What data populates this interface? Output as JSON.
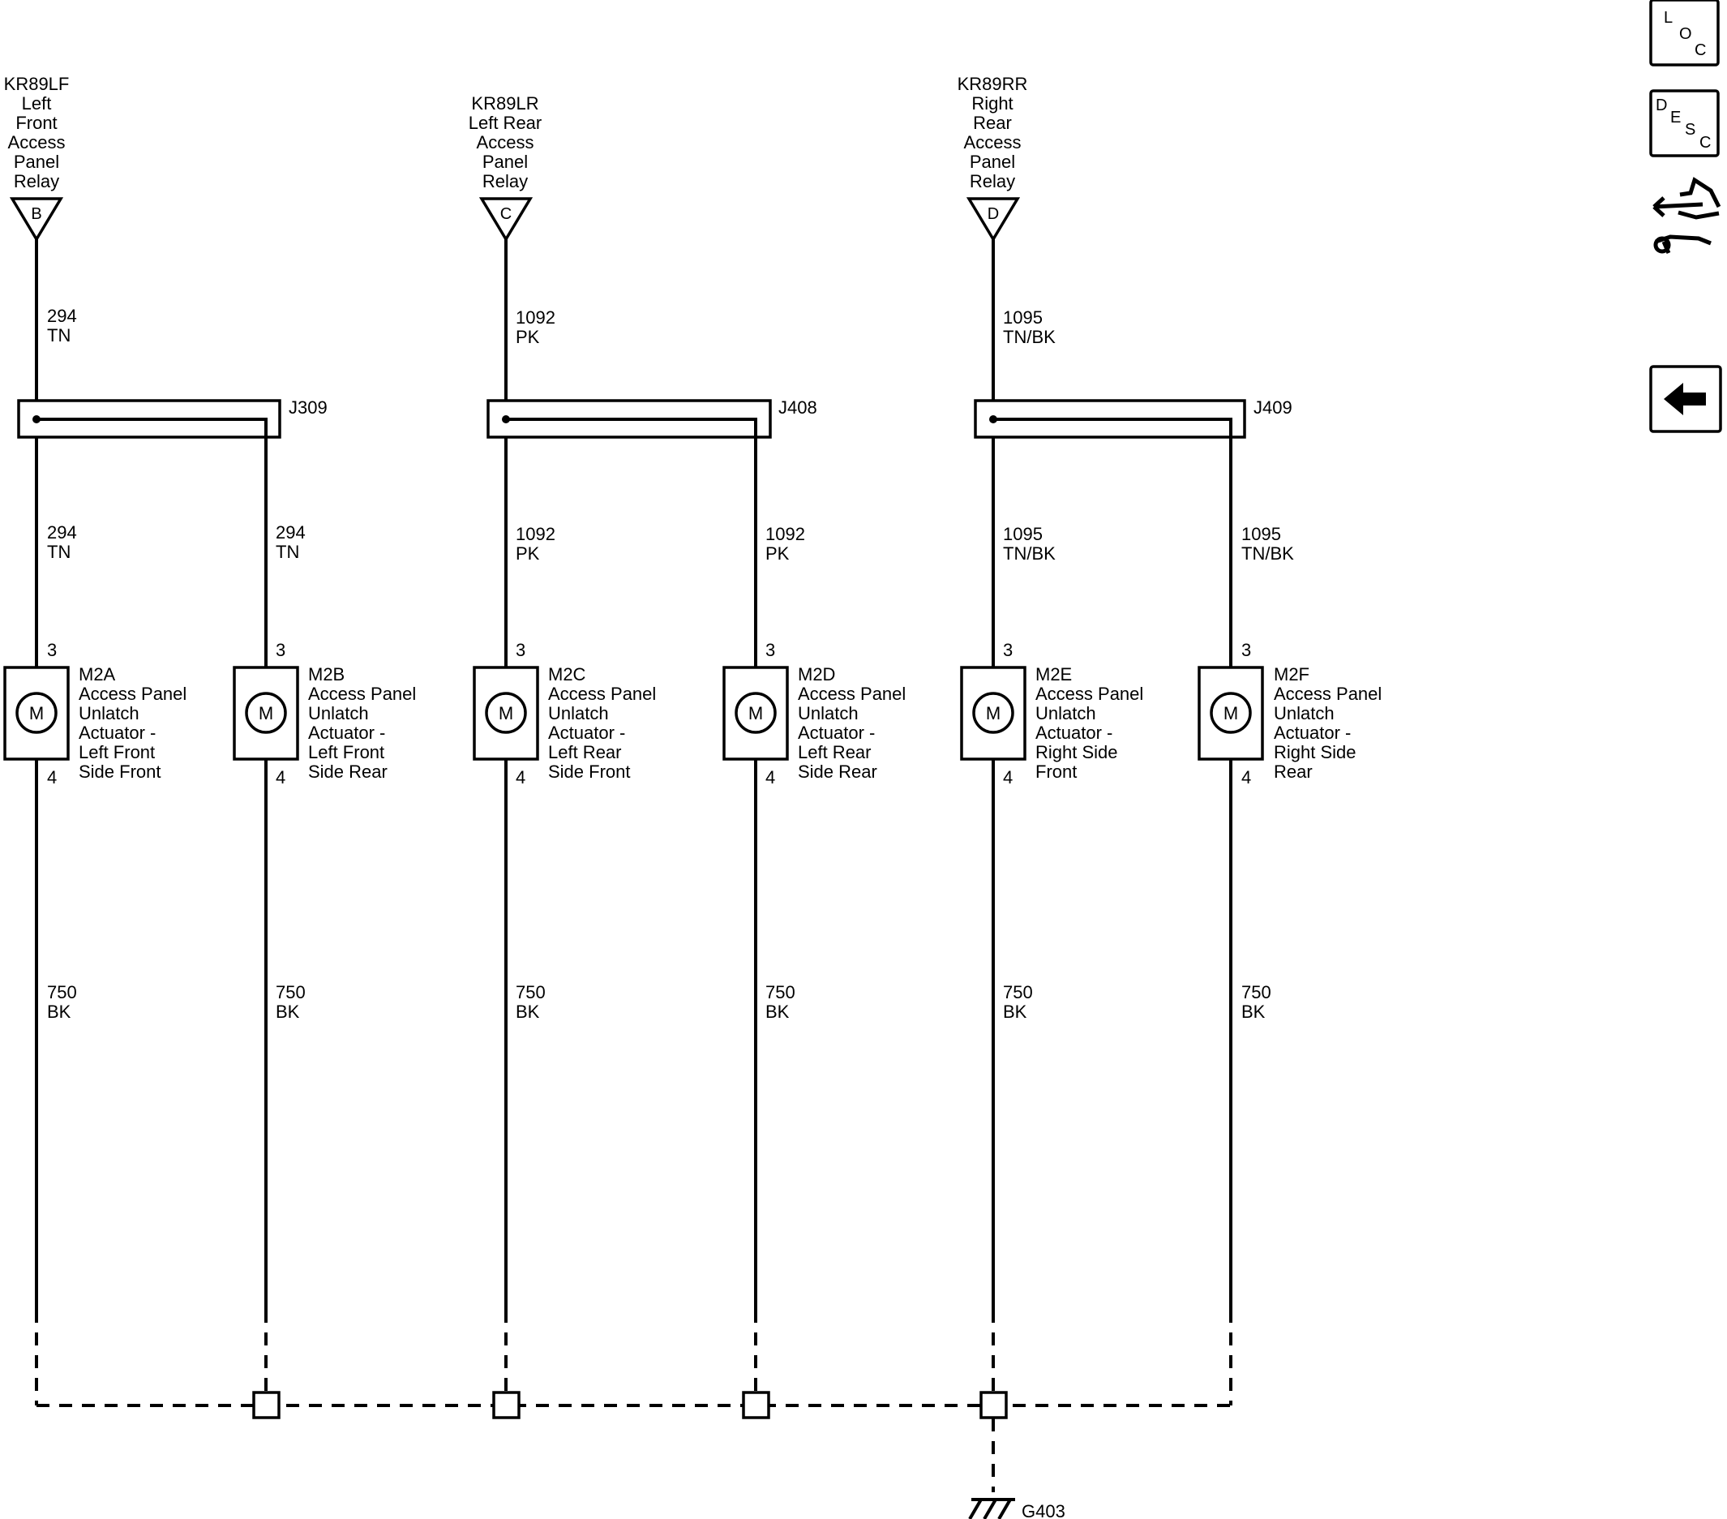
{
  "relays": [
    {
      "lines": [
        "KR89LF",
        "Left",
        "Front",
        "Access",
        "Panel",
        "Relay"
      ],
      "pin": "B"
    },
    {
      "lines": [
        "KR89LR",
        "Left Rear",
        "Access",
        "Panel",
        "Relay"
      ],
      "pin": "C"
    },
    {
      "lines": [
        "KR89RR",
        "Right",
        "Rear",
        "Access",
        "Panel",
        "Relay"
      ],
      "pin": "D"
    }
  ],
  "upper_wires": [
    {
      "circuit": "294",
      "color": "TN"
    },
    {
      "circuit": "1092",
      "color": "PK"
    },
    {
      "circuit": "1095",
      "color": "TN/BK"
    }
  ],
  "splices": [
    "J309",
    "J408",
    "J409"
  ],
  "mid_wires": [
    {
      "circuit": "294",
      "color": "TN"
    },
    {
      "circuit": "294",
      "color": "TN"
    },
    {
      "circuit": "1092",
      "color": "PK"
    },
    {
      "circuit": "1092",
      "color": "PK"
    },
    {
      "circuit": "1095",
      "color": "TN/BK"
    },
    {
      "circuit": "1095",
      "color": "TN/BK"
    }
  ],
  "actuators": [
    {
      "id": "M2A",
      "lines": [
        "Access Panel",
        "Unlatch",
        "Actuator -",
        "Left Front",
        "Side Front"
      ],
      "pin_top": "3",
      "pin_bottom": "4",
      "symbol": "M"
    },
    {
      "id": "M2B",
      "lines": [
        "Access Panel",
        "Unlatch",
        "Actuator -",
        "Left Front",
        "Side Rear"
      ],
      "pin_top": "3",
      "pin_bottom": "4",
      "symbol": "M"
    },
    {
      "id": "M2C",
      "lines": [
        "Access Panel",
        "Unlatch",
        "Actuator -",
        "Left Rear",
        "Side Front"
      ],
      "pin_top": "3",
      "pin_bottom": "4",
      "symbol": "M"
    },
    {
      "id": "M2D",
      "lines": [
        "Access Panel",
        "Unlatch",
        "Actuator -",
        "Left Rear",
        "Side Rear"
      ],
      "pin_top": "3",
      "pin_bottom": "4",
      "symbol": "M"
    },
    {
      "id": "M2E",
      "lines": [
        "Access Panel",
        "Unlatch",
        "Actuator -",
        "Right Side",
        "Front"
      ],
      "pin_top": "3",
      "pin_bottom": "4",
      "symbol": "M"
    },
    {
      "id": "M2F",
      "lines": [
        "Access Panel",
        "Unlatch",
        "Actuator -",
        "Right Side",
        "Rear"
      ],
      "pin_top": "3",
      "pin_bottom": "4",
      "symbol": "M"
    }
  ],
  "ground_wires": [
    {
      "circuit": "750",
      "color": "BK"
    },
    {
      "circuit": "750",
      "color": "BK"
    },
    {
      "circuit": "750",
      "color": "BK"
    },
    {
      "circuit": "750",
      "color": "BK"
    },
    {
      "circuit": "750",
      "color": "BK"
    },
    {
      "circuit": "750",
      "color": "BK"
    }
  ],
  "ground": {
    "id": "G403"
  },
  "nav": {
    "loc": [
      "L",
      "O",
      "C"
    ],
    "desc": [
      "D",
      "E",
      "S",
      "C"
    ],
    "connector_icon": "connector-wrench-icon",
    "back_icon": "arrow-left-icon"
  }
}
